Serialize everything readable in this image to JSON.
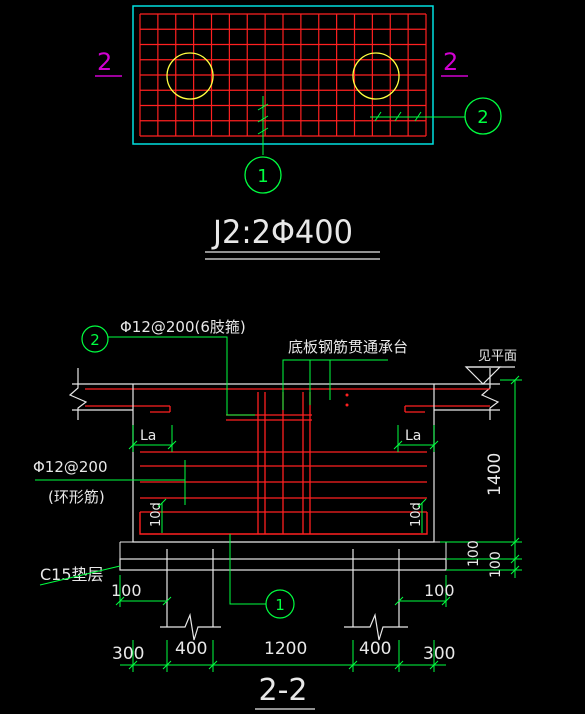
{
  "colors": {
    "background": "#000000",
    "cyan": "#00e0e0",
    "red": "#ff2020",
    "white": "#e8e8e8",
    "green": "#00ff40",
    "magenta": "#d000d0",
    "yellow": "#ffff40"
  },
  "plan": {
    "section_mark_left": "2",
    "section_mark_right": "2",
    "callout_1": "1",
    "callout_2": "2",
    "title": "J2:2Φ400"
  },
  "section": {
    "label_top_rebar": "Φ12@200(6肢箍)",
    "label_slab_rebar": "底板钢筋贯通承台",
    "label_floor": "见平面",
    "label_la_left": "La",
    "label_la_right": "La",
    "label_ring_rebar_1": "Φ12@200",
    "label_ring_rebar_2": "(环形筋)",
    "label_10d_left": "10d",
    "label_10d_right": "10d",
    "label_cushion": "C15垫层",
    "dim_1400": "1400",
    "dim_100_a": "100",
    "dim_100_b": "100",
    "dim_100_left": "100",
    "dim_100_right": "100",
    "dim_300_left": "300",
    "dim_400_left": "400",
    "dim_1200": "1200",
    "dim_400_right": "400",
    "dim_300_right": "300",
    "callout_1": "1",
    "callout_2": "2",
    "title": "2-2"
  }
}
